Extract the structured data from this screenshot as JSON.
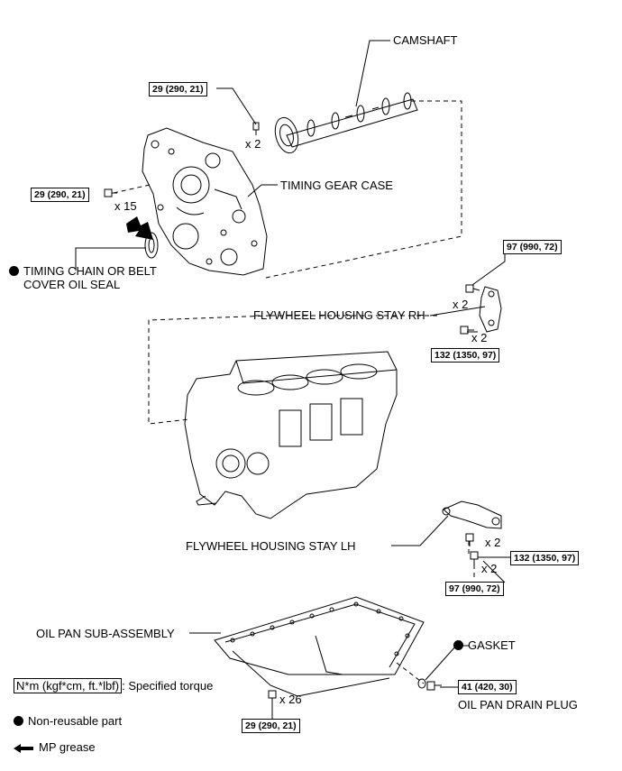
{
  "parts": {
    "camshaft": "CAMSHAFT",
    "timing_gear_case": "TIMING GEAR CASE",
    "oil_seal_line1": "TIMING CHAIN OR BELT",
    "oil_seal_line2": "COVER OIL SEAL",
    "stay_rh": "FLYWHEEL HOUSING STAY RH",
    "stay_lh": "FLYWHEEL HOUSING STAY LH",
    "oil_pan": "OIL PAN SUB-ASSEMBLY",
    "gasket": "GASKET",
    "drain_plug": "OIL PAN DRAIN PLUG"
  },
  "torques": {
    "camshaft_bolt": "29 (290, 21)",
    "case_bolt": "29 (290, 21)",
    "rh_upper": "97 (990, 72)",
    "rh_lower": "132 (1350, 97)",
    "lh_upper": "132 (1350, 97)",
    "lh_lower": "97 (990, 72)",
    "drain_plug": "41 (420, 30)",
    "pan_bolt": "29 (290, 21)"
  },
  "quantities": {
    "camshaft_bolt": "x 2",
    "case_bolt": "x 15",
    "rh_upper": "x 2",
    "rh_lower": "x 2",
    "lh_upper": "x 2",
    "lh_lower": "x 2",
    "pan_bolt": "x 26"
  },
  "legend": {
    "torque_unit": "N*m (kgf*cm, ft.*lbf)",
    "torque_desc": ": Specified torque",
    "non_reusable": "Non-reusable part",
    "mp_grease": "MP grease"
  }
}
